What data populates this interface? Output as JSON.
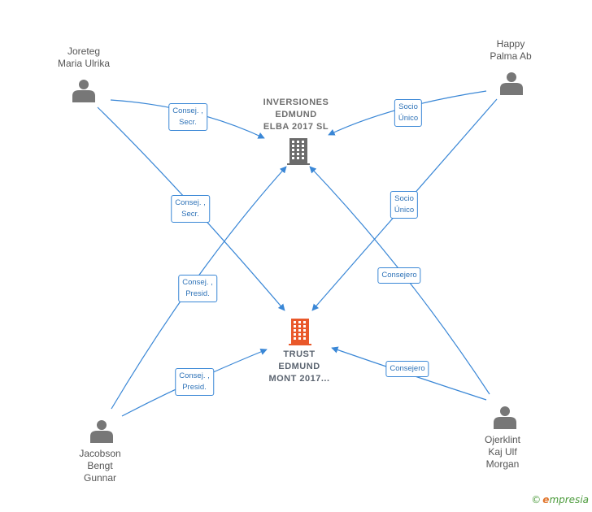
{
  "colors": {
    "line": "#3a87d6",
    "person": "#777777",
    "company_main": "#6b6b6b",
    "company_focus": "#e9582a",
    "focus_label": "#e9582a"
  },
  "persons": [
    {
      "id": "joreteg",
      "label": "Joreteg\nMaria Ulrika"
    },
    {
      "id": "happy",
      "label": "Happy\nPalma Ab"
    },
    {
      "id": "jacobson",
      "label": "Jacobson\nBengt\nGunnar"
    },
    {
      "id": "ojerklint",
      "label": "Ojerklint\nKaj Ulf\nMorgan"
    }
  ],
  "companies": [
    {
      "id": "inversiones",
      "label": "INVERSIONES\nEDMUND\nELBA 2017  SL",
      "icon": "building-icon"
    },
    {
      "id": "trust",
      "label": "TRUST\nEDMUND\nMONT 2017...",
      "icon": "building-icon"
    }
  ],
  "edges": [
    {
      "from": "joreteg",
      "to": "inversiones",
      "label": "Consej. ,\nSecr."
    },
    {
      "from": "joreteg",
      "to": "trust",
      "label": "Consej. ,\nSecr."
    },
    {
      "from": "happy",
      "to": "inversiones",
      "label": "Socio\nÚnico"
    },
    {
      "from": "happy",
      "to": "trust",
      "label": "Socio\nÚnico"
    },
    {
      "from": "jacobson",
      "to": "inversiones",
      "label": "Consej. ,\nPresid."
    },
    {
      "from": "jacobson",
      "to": "trust",
      "label": "Consej. ,\nPresid."
    },
    {
      "from": "ojerklint",
      "to": "inversiones",
      "label": "Consejero"
    },
    {
      "from": "ojerklint",
      "to": "trust",
      "label": "Consejero"
    }
  ],
  "brand": {
    "copyright": "©",
    "first_letter": "e",
    "rest": "mpresia"
  }
}
